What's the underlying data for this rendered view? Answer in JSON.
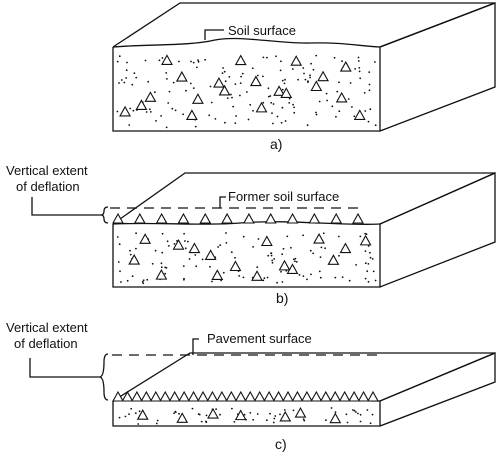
{
  "panels": [
    {
      "id": "a",
      "caption": "a)",
      "surface_label": "Soil surface"
    },
    {
      "id": "b",
      "caption": "b)",
      "surface_label": "Former soil surface",
      "side_label_line1": "Vertical extent",
      "side_label_line2": "of deflation"
    },
    {
      "id": "c",
      "caption": "c)",
      "surface_label": "Pavement surface",
      "side_label_line1": "Vertical extent",
      "side_label_line2": "of deflation"
    }
  ],
  "colors": {
    "ink": "#111111",
    "background": "#ffffff"
  }
}
